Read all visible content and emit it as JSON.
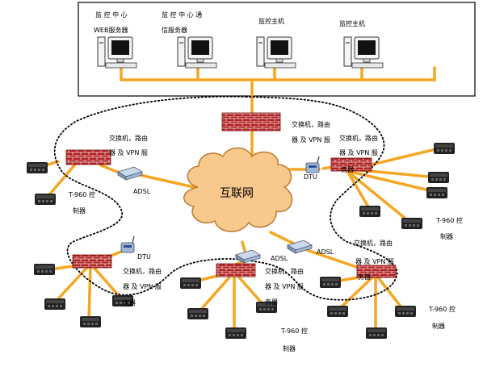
{
  "server_room": {
    "hosts": [
      {
        "label_line1": "监 控 中 心",
        "label_line2": "WEB服务器"
      },
      {
        "label_line1": "监 控 中 心 通",
        "label_line2": "信服务器"
      },
      {
        "label_line1": "监控主机",
        "label_line2": ""
      },
      {
        "label_line1": "监控主机",
        "label_line2": ""
      }
    ]
  },
  "internet": {
    "label": "互联网"
  },
  "nodes": {
    "center_top": {
      "line1": "交换机，路由",
      "line2": "器 及 VPN 服"
    },
    "top_left": {
      "line1": "交换机，路由",
      "line2": "器 及 VPN 服"
    },
    "top_right": {
      "line1": "交换机，路由",
      "line2": "器 及 VPN 服",
      "line3": "务器"
    },
    "bottom_left": {
      "line1": "交换机，路由",
      "line2": "器 及 VPN 服",
      "line3": "务器"
    },
    "bottom_center": {
      "line1": "交换机，路由",
      "line2": "器 及 VPN 服",
      "line3": "务器"
    },
    "bottom_right": {
      "line1": "交换机，路由",
      "line2": "器 及 VPN 服",
      "line3": "务器"
    }
  },
  "modems": {
    "adsl_top_left": "ADSL",
    "dtu_top_right": "DTU",
    "dtu_bottom_left": "DTU",
    "adsl_bottom_center": "ADSL",
    "adsl_bottom_right": "ADSL"
  },
  "terminals": {
    "top_left": {
      "line1": "T-960 控",
      "line2": "制器"
    },
    "top_right": {
      "line1": "T-960 控",
      "line2": "制器"
    },
    "bottom_center": {
      "line1": "T-960 控",
      "line2": "制器"
    },
    "bottom_right": {
      "line1": "T-960 控",
      "line2": "制器"
    }
  },
  "colors": {
    "link": "#f5a623",
    "firewall": "#b22222",
    "mortar": "#f4e0e0",
    "cloud_fill": "#f7c98d",
    "cloud_stroke": "#c07830",
    "device": "#222222",
    "modem": "#9fb8d8"
  }
}
